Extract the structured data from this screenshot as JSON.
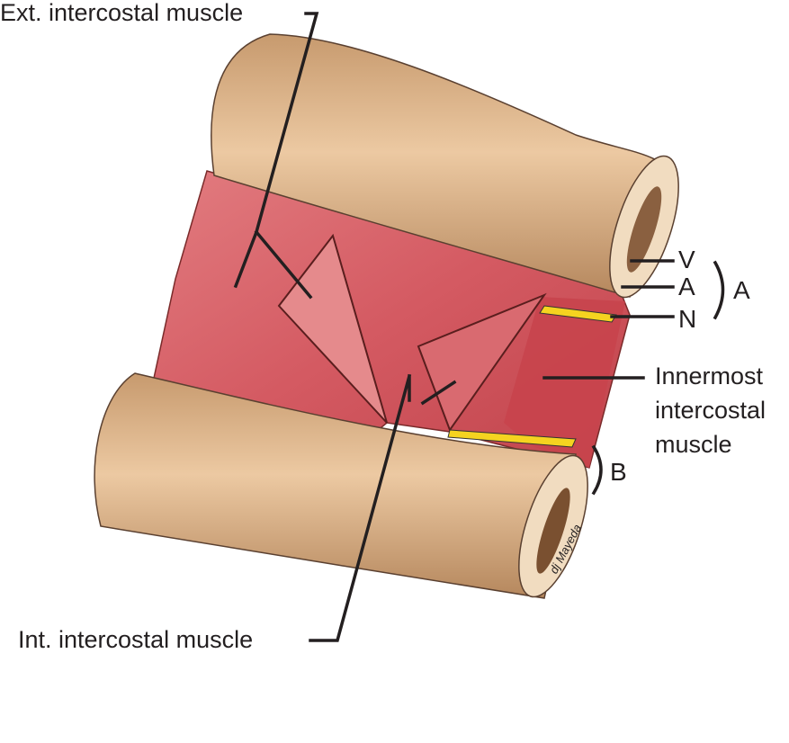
{
  "labels": {
    "external": "Ext. intercostal muscle",
    "internal": "Int. intercostal muscle",
    "innermost": [
      "Innermost",
      "intercostal",
      "muscle"
    ],
    "vein": "V",
    "artery": "A",
    "nerve": "N",
    "group_a": "A",
    "group_b": "B"
  },
  "signature": "dj Mayeda",
  "colors": {
    "bone": "#e3b88f",
    "bone_shadow": "#b98a60",
    "muscle": "#d9636a",
    "muscle_dark": "#b8343c",
    "nerve": "#f5d320",
    "vein": "#2c5fb5",
    "artery": "#c8302f",
    "line": "#231f20"
  }
}
